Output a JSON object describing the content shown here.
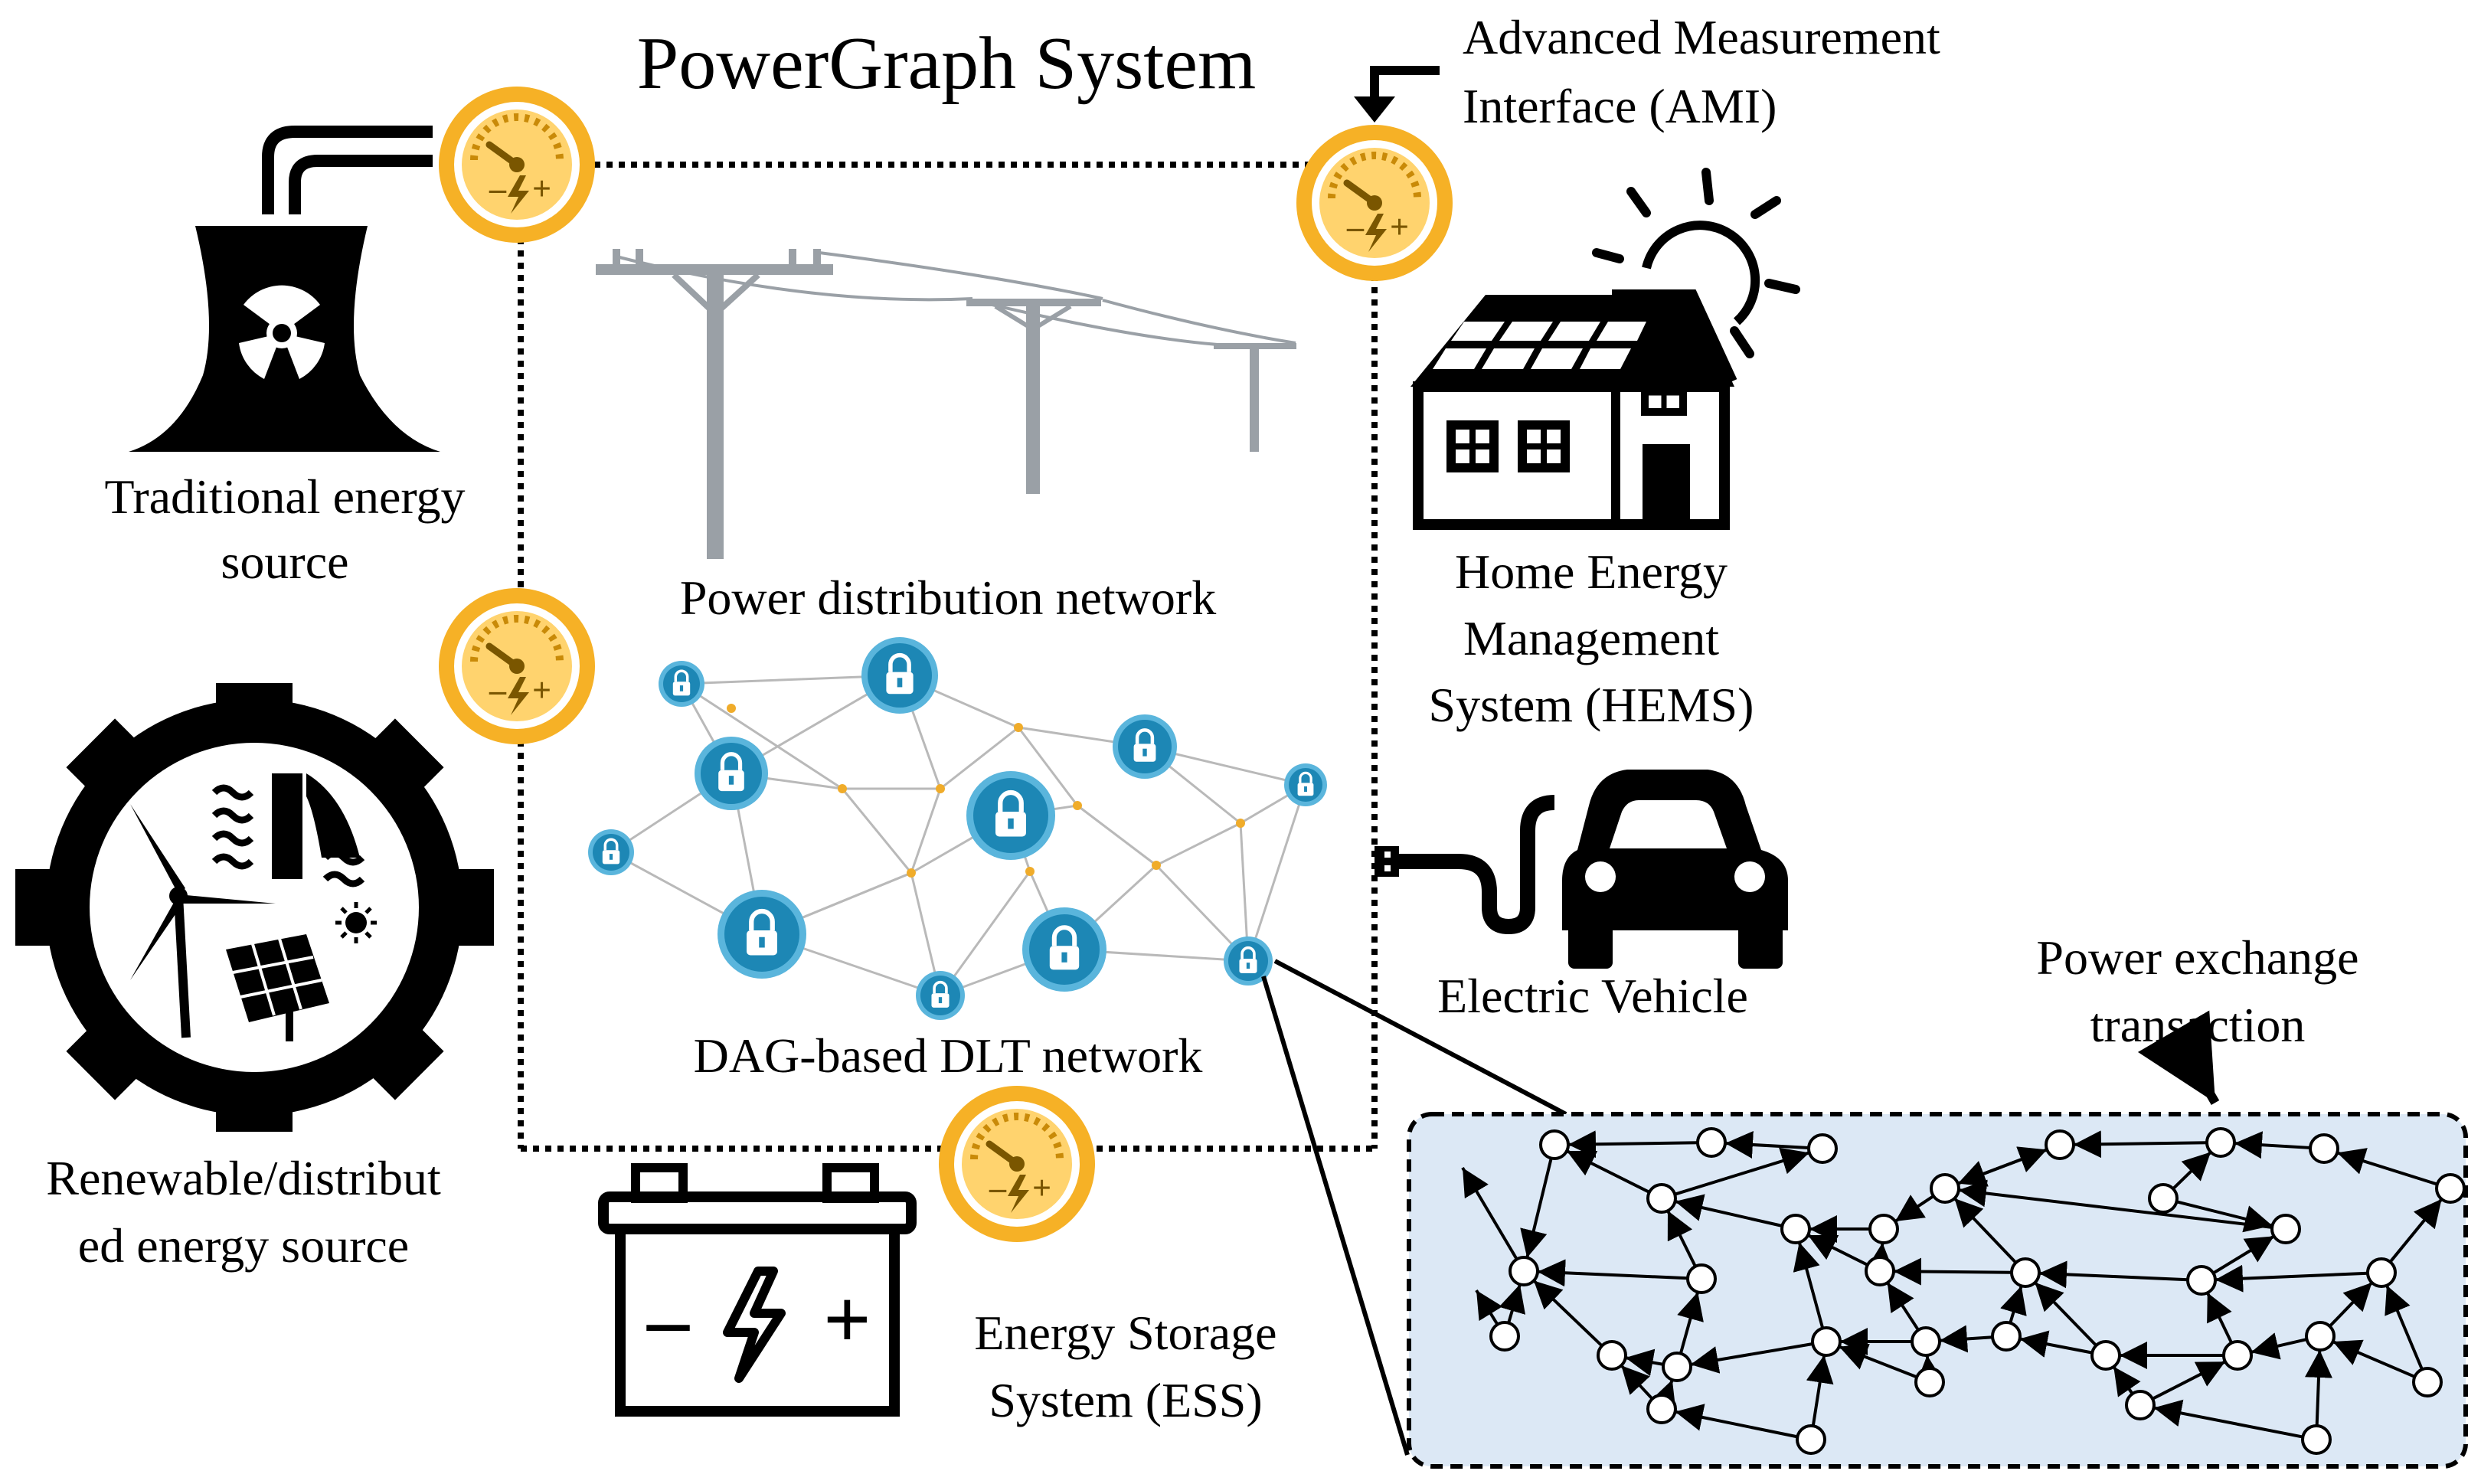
{
  "title": "PowerGraph System",
  "labels": {
    "ami": [
      "Advanced Measurement",
      "Interface (AMI)"
    ],
    "traditional": [
      "Traditional energy",
      "source"
    ],
    "renewable": [
      "Renewable/distribut",
      "ed energy source"
    ],
    "power_network": "Power distribution network",
    "dlt_network": "DAG-based DLT network",
    "hems": [
      "Home Energy",
      "Management",
      "System (HEMS)"
    ],
    "ev": "Electric Vehicle",
    "ess": [
      "Energy Storage",
      "System (ESS)"
    ],
    "transaction": [
      "Power exchange",
      "transaction"
    ]
  },
  "meter": {
    "minus": "–",
    "plus": "+"
  },
  "battery": {
    "minus": "–",
    "plus": "+"
  },
  "colors": {
    "meter_orange": "#f6b126",
    "meter_inner": "#ffd36e",
    "node_blue": "#1d87b5",
    "node_blue_light": "#5ab5dc",
    "dlt_edge": "#b9b9b9",
    "dag_panel": "#dce8f5",
    "pole": "#9aa0a6"
  },
  "icons": [
    "nuclear-plant-icon",
    "renewable-gear-icon",
    "meter-icon",
    "power-lines-icon",
    "lock-node-icon",
    "house-solar-icon",
    "electric-car-icon",
    "battery-icon"
  ]
}
